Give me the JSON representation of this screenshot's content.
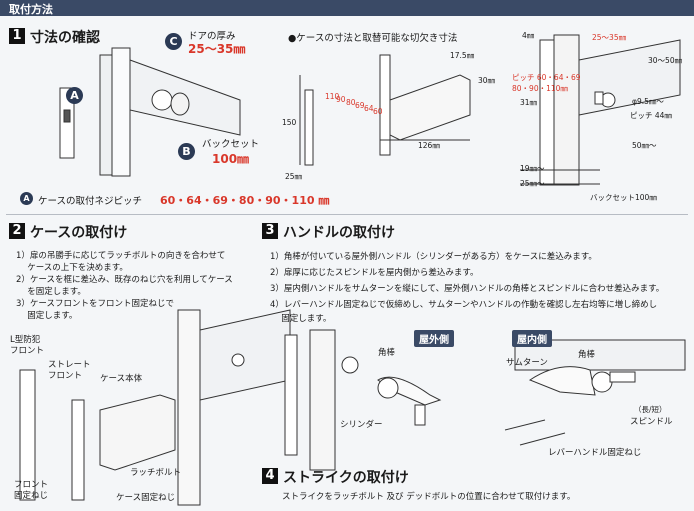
{
  "header": {
    "title": "取付方法"
  },
  "section1": {
    "number": "1",
    "title": "寸法の確認",
    "door_thickness_label": "ドアの厚み",
    "door_thickness_value": "25～35㎜",
    "backset_label": "バックセット",
    "backset_value": "100㎜",
    "pitch_label": "ケースの取付ネジピッチ",
    "pitch_values": "60・64・69・80・90・110 ㎜",
    "label_a": "A",
    "label_b": "B",
    "label_c": "C",
    "dim_150": "150",
    "dim_25": "25㎜"
  },
  "case_dims": {
    "title": "●ケースの寸法と取替可能な切欠き寸法",
    "d_175": "17.5㎜",
    "d_30": "30㎜",
    "d_126": "126㎜",
    "d_110": "110",
    "d_90": "90",
    "d_80": "80",
    "d_69": "69",
    "d_64": "64",
    "d_60": "60"
  },
  "cutout": {
    "d_4": "4㎜",
    "d_2535": "25～35㎜",
    "d_3050": "30～50㎜",
    "pitch": "ピッチ 60・64・69",
    "pitch2": "80・90・110㎜",
    "d_31": "31㎜",
    "d_95": "φ9.5㎜～",
    "pitch44": "ピッチ 44㎜",
    "d_50": "50㎜～",
    "d_19": "19㎜～",
    "d_25": "25㎜～",
    "backset": "バックセット100㎜"
  },
  "section2": {
    "number": "2",
    "title": "ケースの取付け",
    "steps": [
      "1）扉の吊勝手に応じてラッチボルトの向きを合わせて",
      "　 ケースの上下を決めます。",
      "2）ケースを框に差込み、既存のねじ穴を利用してケース",
      "　 を固定します。",
      "3）ケースフロントをフロント固定ねじで",
      "　 固定します。"
    ],
    "lfront": "L型防犯",
    "lfront2": "フロント",
    "straight": "ストレート",
    "straight2": "フロント",
    "case_body": "ケース本体",
    "latch": "ラッチボルト",
    "case_screw": "ケース固定ねじ",
    "front_screw": "フロント",
    "front_screw2": "固定ねじ"
  },
  "section3": {
    "number": "3",
    "title": "ハンドルの取付け",
    "steps": [
      "1）角棒が付いている屋外側ハンドル（シリンダーがある方）をケースに差込みます。",
      "2）扉厚に応じたスピンドルを屋内側から差込みます。",
      "3）屋内側ハンドルをサムターンを縦にして、屋外側ハンドルの角棒とスピンドルに合わせ差込みます。",
      "4）レバーハンドル固定ねじで仮締めし、サムターンやハンドルの作動を確認し左右均等に増し締めし",
      "　 固定します。"
    ],
    "outdoor": "屋外側",
    "indoor": "屋内側",
    "square_bar": "角棒",
    "cylinder": "シリンダー",
    "thumbturn": "サムターン",
    "square_bar2": "角棒",
    "long_short": "（長/短）",
    "spindle": "スピンドル",
    "lever_screw": "レバーハンドル固定ねじ"
  },
  "section4": {
    "number": "4",
    "title": "ストライクの取付け",
    "text": "ストライクをラッチボルト 及び デッドボルトの位置に合わせて取付けます。"
  }
}
